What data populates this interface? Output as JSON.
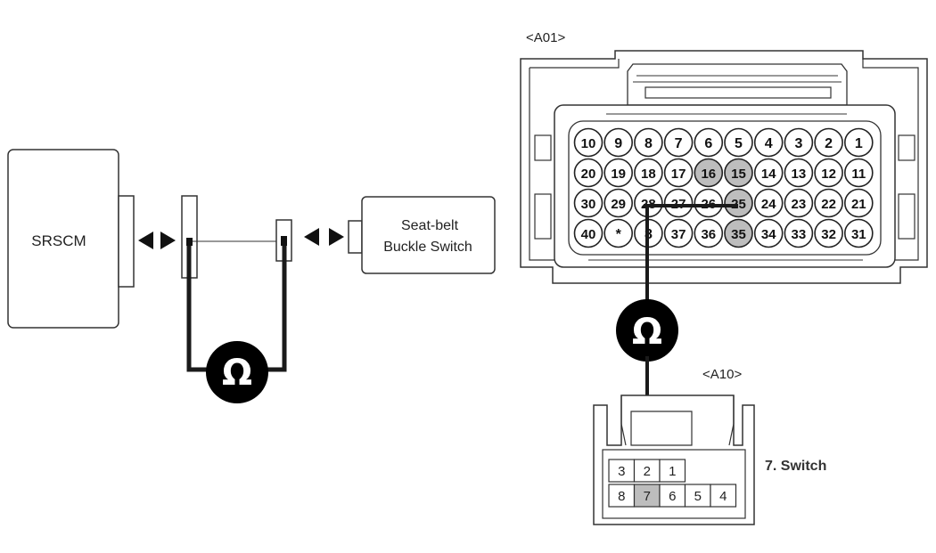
{
  "left_diagram": {
    "module_label": "SRSCM",
    "switch_label_line1": "Seat-belt",
    "switch_label_line2": "Buckle Switch",
    "meter_symbol": "Ω"
  },
  "connector_a01": {
    "label": "<A01>",
    "rows": [
      [
        "10",
        "9",
        "8",
        "7",
        "6",
        "5",
        "4",
        "3",
        "2",
        "1"
      ],
      [
        "20",
        "19",
        "18",
        "17",
        "16",
        "15",
        "14",
        "13",
        "12",
        "11"
      ],
      [
        "30",
        "29",
        "28",
        "27",
        "26",
        "25",
        "24",
        "23",
        "22",
        "21"
      ],
      [
        "40",
        "*",
        "8",
        "37",
        "36",
        "35",
        "34",
        "33",
        "32",
        "31"
      ]
    ],
    "highlighted_pins": [
      "16",
      "15",
      "25",
      "35"
    ],
    "probe_pin": "25"
  },
  "connector_a10": {
    "label": "<A10>",
    "row_top": [
      "3",
      "2",
      "1"
    ],
    "row_bottom": [
      "8",
      "7",
      "6",
      "5",
      "4"
    ],
    "highlighted_pin": "7",
    "side_label": "7. Switch"
  },
  "meter_symbol_right": "Ω",
  "colors": {
    "wire": "#1a1a1a",
    "pin_highlight": "#bdbdbd",
    "outline": "#333333",
    "meter_fill": "#000000"
  }
}
